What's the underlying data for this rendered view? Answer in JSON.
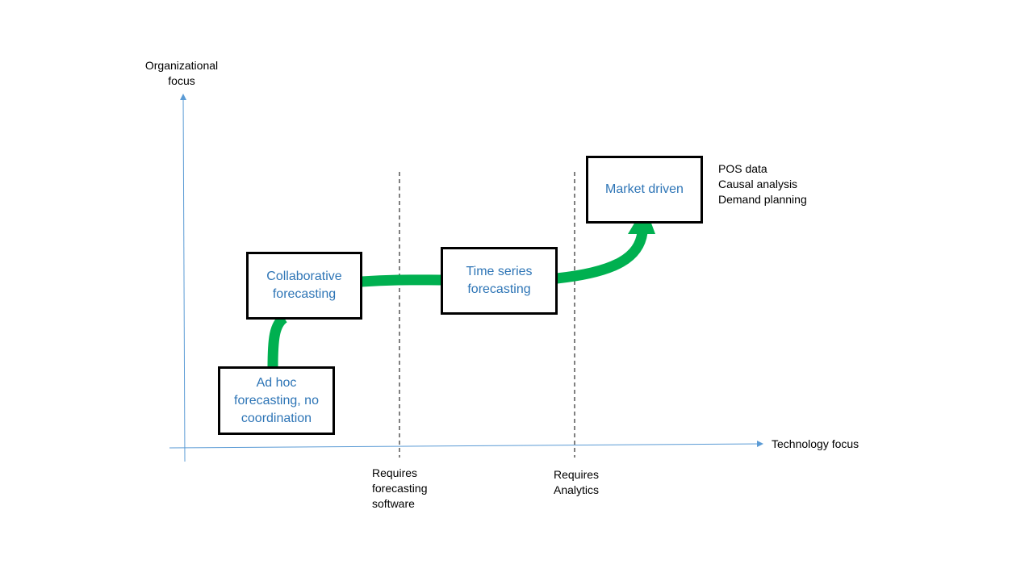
{
  "axes": {
    "y_label": "Organizational\nfocus",
    "x_label": "Technology focus"
  },
  "stages": [
    {
      "label": "Ad hoc\nforecasting, no\ncoordination"
    },
    {
      "label": "Collaborative\nforecasting"
    },
    {
      "label": "Time series\nforecasting"
    },
    {
      "label": "Market driven"
    }
  ],
  "thresholds": [
    {
      "label": "Requires\nforecasting\nsoftware"
    },
    {
      "label": "Requires\nAnalytics"
    }
  ],
  "notes": {
    "market_driven": "POS data\nCausal analysis\nDemand planning"
  },
  "colors": {
    "axis": "#5B9BD5",
    "path": "#00B050",
    "box_text": "#2E75B6",
    "box_border": "#000000"
  }
}
